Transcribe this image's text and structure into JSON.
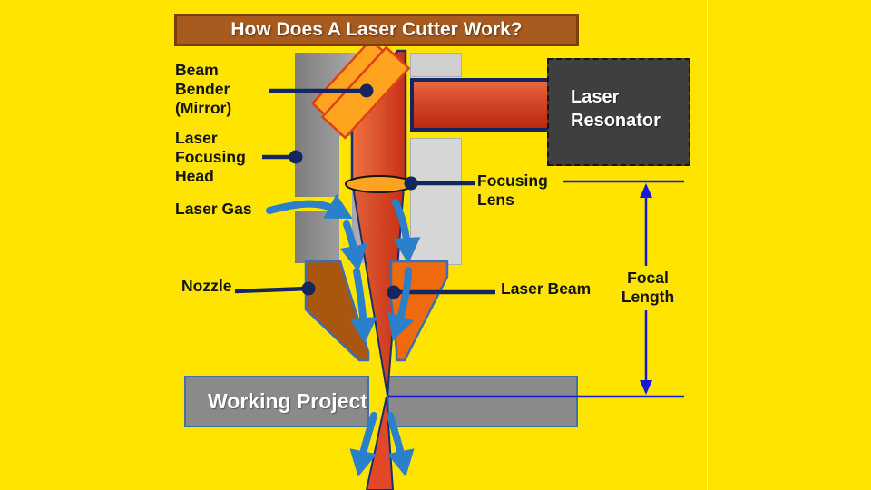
{
  "diagram_title": "How Does A Laser Cutter Work?",
  "labels": {
    "beam_bender": "Beam\nBender\n(Mirror)",
    "laser_focusing_head": "Laser\nFocusing\nHead",
    "laser_gas": "Laser Gas",
    "nozzle": "Nozzle",
    "focusing_lens": "Focusing\nLens",
    "laser_beam": "Laser Beam",
    "focal_length": "Focal\nLength",
    "working_project": "Working Project",
    "laser_resonator": "Laser\nResonator"
  },
  "colors": {
    "background": "#FFE400",
    "title_bg": "#A85B1F",
    "title_border": "#7E3D0E",
    "resonator": "#3F3F3F",
    "work_gray": "#8A8A8A",
    "mirror_orange": "#FFA41E",
    "mirror_border": "#E04018",
    "lens_orange": "#FFA420",
    "beam_red": "#C83014",
    "beam_orange": "#EE7442",
    "nozzle_left": "#A9560E",
    "nozzle_right": "#EE6A0C",
    "nozzle_border": "#3E6EB0",
    "gas_blue": "#2B80CC",
    "pointer_navy": "#13265F",
    "focal_blue": "#1717DD"
  }
}
